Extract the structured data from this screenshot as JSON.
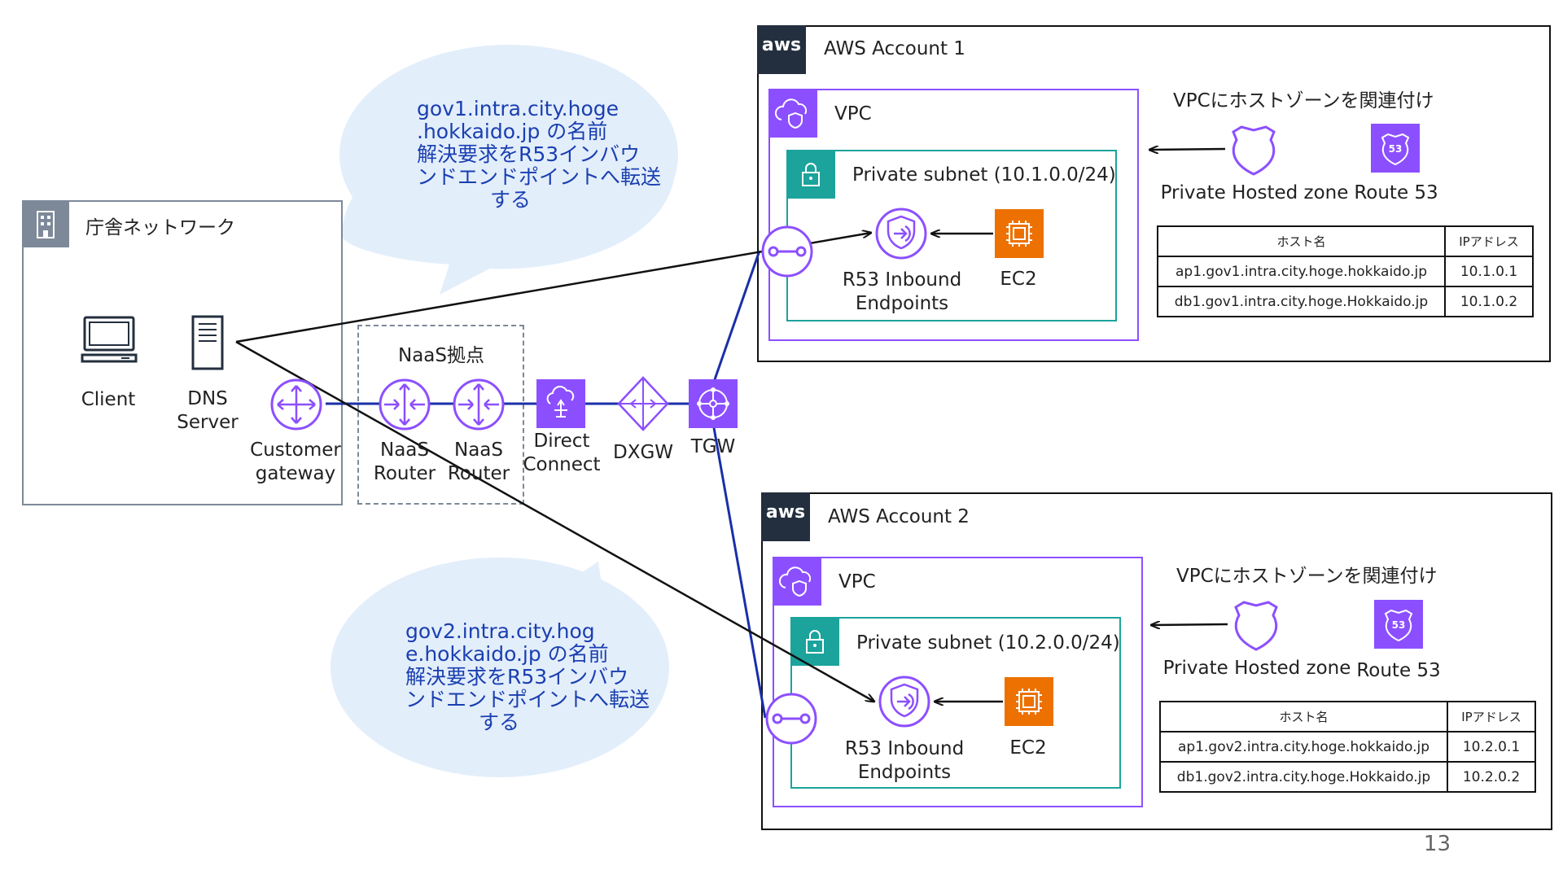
{
  "bubbles": {
    "top": [
      "gov1.intra.city.hoge",
      ".hokkaido.jp の名前",
      "解決要求をR53インバウ",
      "ンドエンドポイントへ転送",
      "する"
    ],
    "bottom": [
      "gov2.intra.city.hog",
      "e.hokkaido.jp の名前",
      "解決要求をR53インバウ",
      "ンドエンドポイントへ転送",
      "する"
    ]
  },
  "onprem": {
    "title": "庁舎ネットワーク",
    "client_label": "Client",
    "dns_label": [
      "DNS",
      "Server"
    ],
    "cgw_label": [
      "Customer",
      "gateway"
    ]
  },
  "naas": {
    "title": "NaaS拠点",
    "router1": [
      "NaaS",
      "Router"
    ],
    "router2": [
      "NaaS",
      "Router"
    ]
  },
  "direct_connect": [
    "Direct",
    "Connect"
  ],
  "dxgw": "DXGW",
  "tgw": "TGW",
  "accounts": [
    {
      "aws_logo": "aws",
      "title": "AWS Account 1",
      "vpc": "VPC",
      "subnet": "Private subnet (10.1.0.0/24)",
      "r53_inbound": [
        "R53 Inbound",
        "Endpoints"
      ],
      "ec2": "EC2",
      "assoc_note": "VPCにホストゾーンを関連付け",
      "phz": "Private Hosted zone",
      "route53": "Route 53",
      "table_headers": [
        "ホスト名",
        "IPアドレス"
      ],
      "rows": [
        [
          "ap1.gov1.intra.city.hoge.hokkaido.jp",
          "10.1.0.1"
        ],
        [
          "db1.gov1.intra.city.hoge.Hokkaido.jp",
          "10.1.0.2"
        ]
      ]
    },
    {
      "aws_logo": "aws",
      "title": "AWS Account 2",
      "vpc": "VPC",
      "subnet": "Private subnet (10.2.0.0/24)",
      "r53_inbound": [
        "R53 Inbound",
        "Endpoints"
      ],
      "ec2": "EC2",
      "assoc_note": "VPCにホストゾーンを関連付け",
      "phz": "Private Hosted zone",
      "route53": "Route 53",
      "table_headers": [
        "ホスト名",
        "IPアドレス"
      ],
      "rows": [
        [
          "ap1.gov2.intra.city.hoge.hokkaido.jp",
          "10.2.0.1"
        ],
        [
          "db1.gov2.intra.city.hoge.Hokkaido.jp",
          "10.2.0.2"
        ]
      ]
    }
  ],
  "page_number": "13",
  "colors": {
    "purple": "#8c4fff",
    "teal": "#1ba39c",
    "orange": "#ed7100",
    "navy": "#1a2fa8",
    "bubble": "#e3eefb",
    "aws_dark": "#232f3e",
    "gray": "#7d8998"
  }
}
